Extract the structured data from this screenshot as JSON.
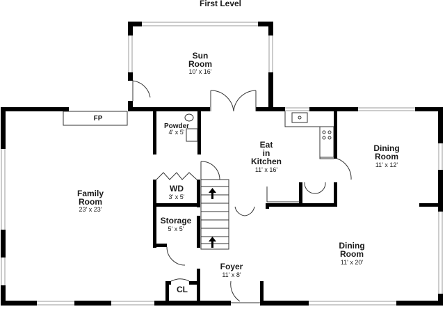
{
  "title": "First Level",
  "rooms": {
    "sun_room": {
      "name1": "Sun",
      "name2": "Room",
      "dim": "10' x 16'"
    },
    "powder": {
      "name": "Powder",
      "dim": "4' x 5'"
    },
    "fp": {
      "name": "FP"
    },
    "family": {
      "name1": "Family",
      "name2": "Room",
      "dim": "23' x 23'"
    },
    "kitchen": {
      "name1": "Eat",
      "name2": "in",
      "name3": "Kitchen",
      "dim": "11' x 16'"
    },
    "dining_upper": {
      "name1": "Dining",
      "name2": "Room",
      "dim": "11' x 12'"
    },
    "wd": {
      "name": "WD",
      "dim": "3' x 5'"
    },
    "storage": {
      "name": "Storage",
      "dim": "5' x 5'"
    },
    "dining_lower": {
      "name1": "Dining",
      "name2": "Room",
      "dim": "11' x 20'"
    },
    "foyer": {
      "name": "Foyer",
      "dim": "11' x 8'"
    },
    "cl": {
      "name": "CL"
    }
  },
  "colors": {
    "wall": "#000000",
    "line": "#333333",
    "window": "#9a9a9a"
  }
}
